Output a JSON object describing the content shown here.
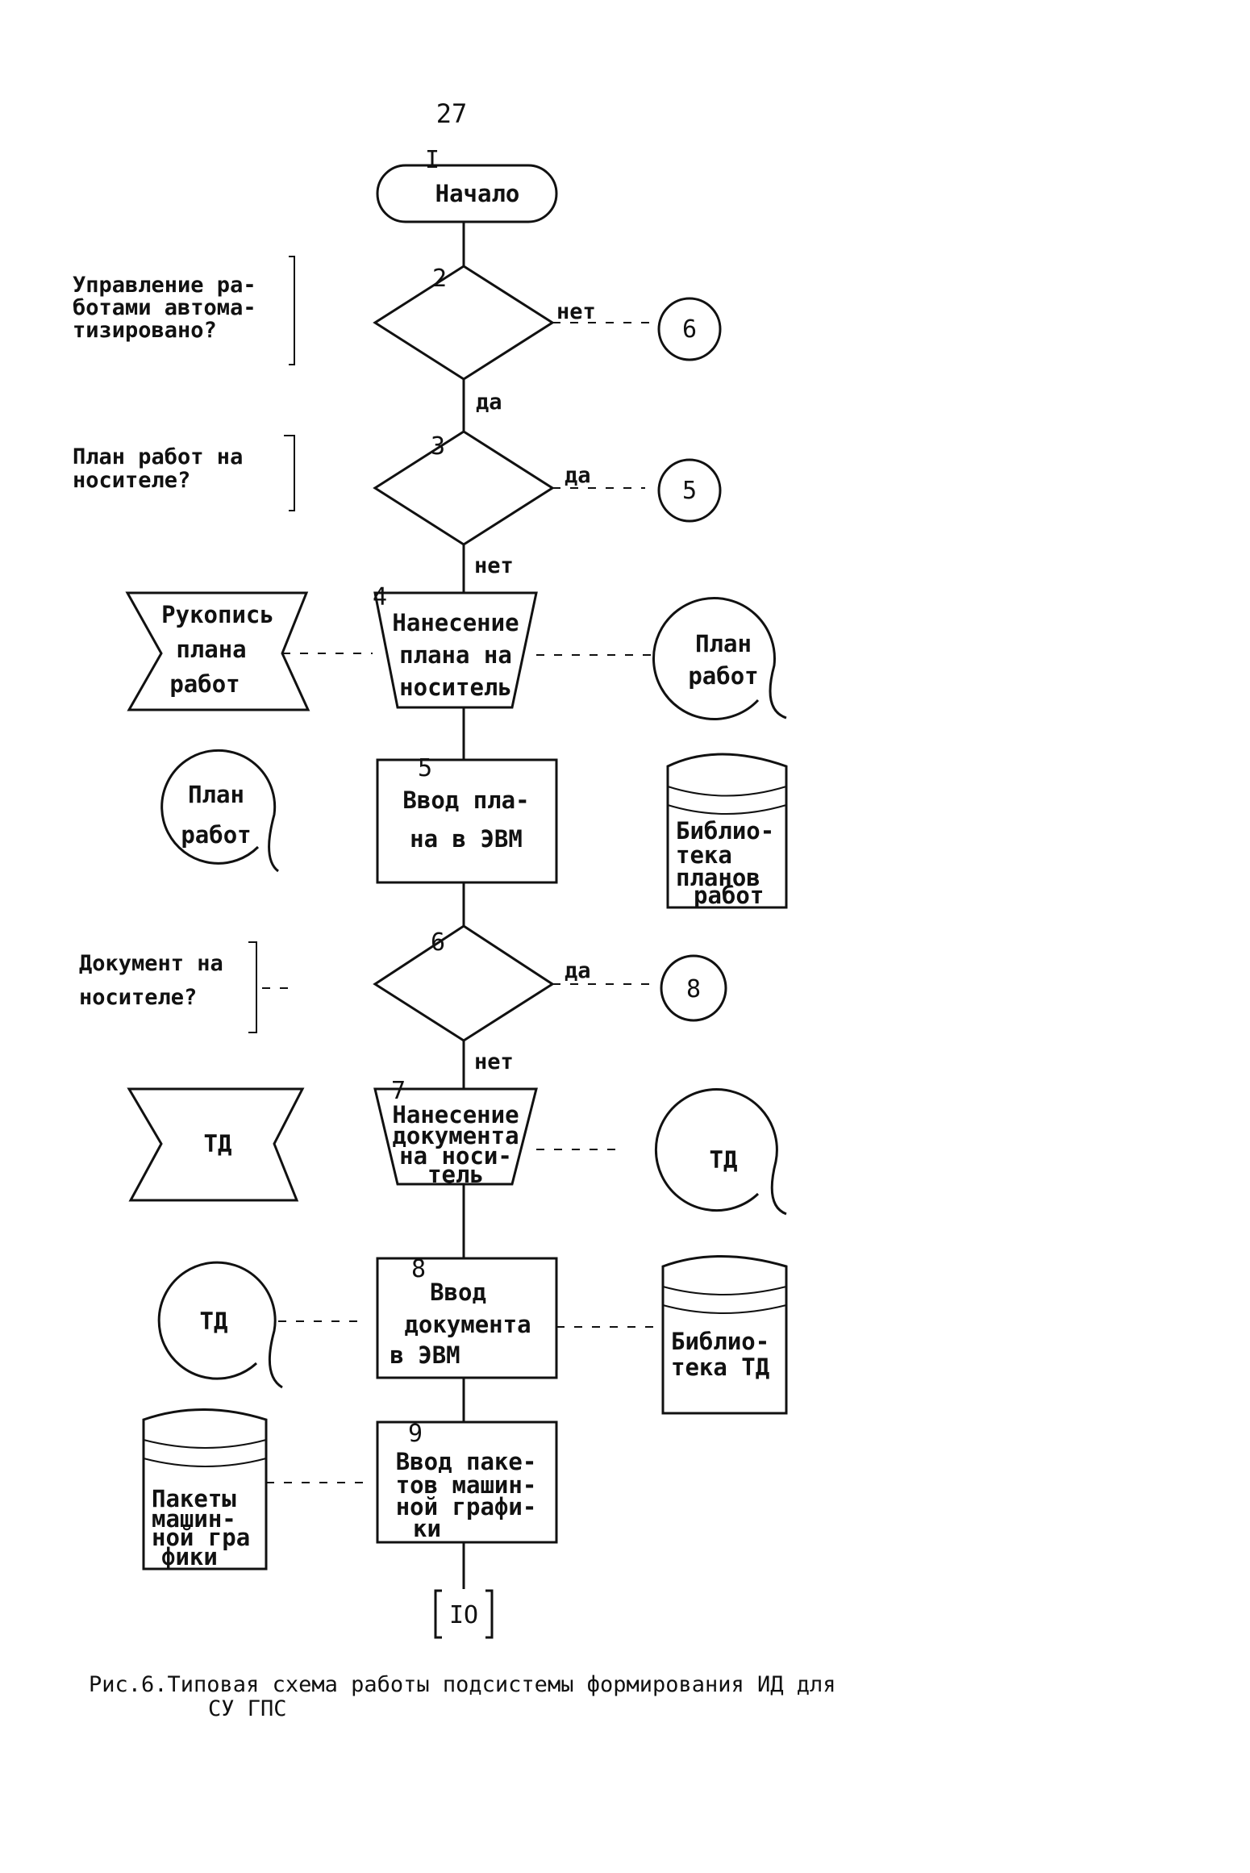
{
  "page_number": "27",
  "nodes": {
    "n1": {
      "num": "I",
      "lines": [
        "Начало"
      ]
    },
    "n2": {
      "num": "2"
    },
    "n3": {
      "num": "3"
    },
    "n4": {
      "num": "4",
      "lines": [
        "Нанесение",
        "плана на",
        "носитель"
      ]
    },
    "n5": {
      "num": "5",
      "lines": [
        "Ввод пла-",
        "на в ЭВМ"
      ]
    },
    "n6": {
      "num": "6"
    },
    "n7": {
      "num": "7",
      "lines": [
        "Нанесение",
        "документа",
        "на носи-",
        "тель"
      ]
    },
    "n8": {
      "num": "8",
      "lines": [
        "Ввод",
        "документа",
        "в ЭВМ"
      ]
    },
    "n9": {
      "num": "9",
      "lines": [
        "Ввод паке-",
        "тов машин-",
        "ной графи-",
        "ки"
      ]
    },
    "n10": {
      "label": "IO"
    }
  },
  "comments": {
    "c2": [
      "Управление ра-",
      "ботами автома-",
      "тизировано?"
    ],
    "c3": [
      "План работ на",
      "носителе?"
    ],
    "c6": [
      "Документ на",
      "носителе?"
    ]
  },
  "edge_labels": {
    "e2_no": "нет",
    "e2_yes": "да",
    "e3_yes": "да",
    "e3_no": "нет",
    "e6_yes": "да",
    "e6_no": "нет"
  },
  "connectors": {
    "k6": "6",
    "k5": "5",
    "k8": "8"
  },
  "side": {
    "manuscript": [
      "Рукопись",
      "плана",
      "работ"
    ],
    "plan_doc_right": [
      "План",
      "работ"
    ],
    "plan_doc_left": [
      "План",
      "работ"
    ],
    "plan_library": [
      "Библио-",
      "тека",
      "планов",
      "работ"
    ],
    "td_input": [
      "ТД"
    ],
    "td_doc_right": [
      "ТД"
    ],
    "td_doc_left": [
      "ТД"
    ],
    "td_library": [
      "Библио-",
      "тека ТД"
    ],
    "packages": [
      "Пакеты",
      "машин-",
      "ной гра",
      "фики"
    ]
  },
  "caption": [
    "Рис.6.Типовая схема работы подсистемы формирования ИД для",
    "СУ ГПС"
  ]
}
